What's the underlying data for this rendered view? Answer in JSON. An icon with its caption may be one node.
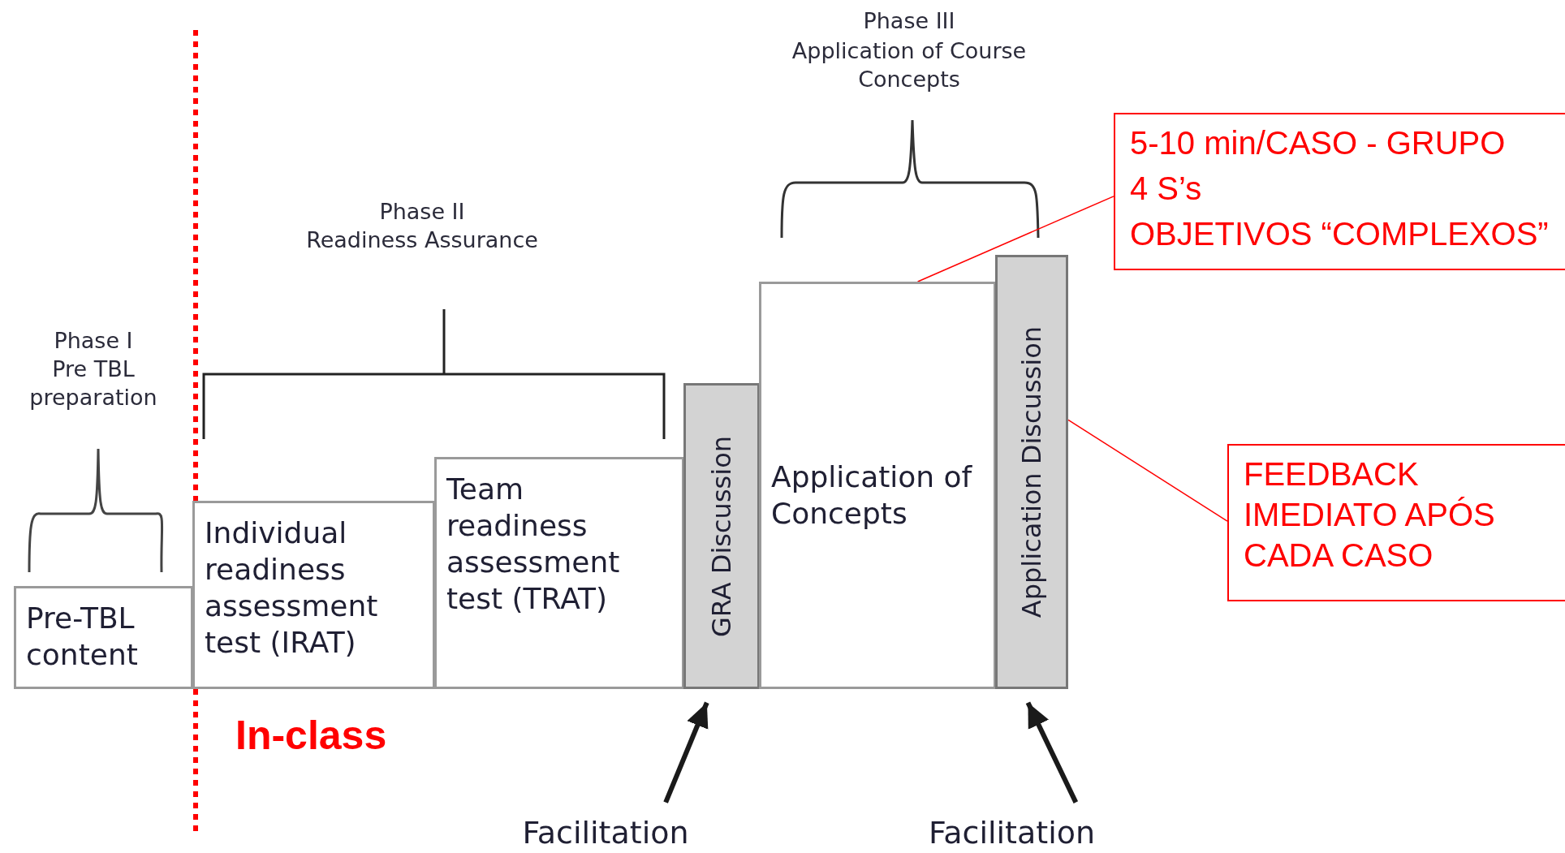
{
  "diagram": {
    "nodes": [
      {
        "text": [
          "Pre-TBL content"
        ]
      },
      {
        "text": [
          "Individual readiness assessment test (IRAT)"
        ]
      },
      {
        "text": [
          "Team readiness assessment test (TRAT)"
        ]
      },
      {
        "text": [
          "GRA Discussion"
        ]
      },
      {
        "text": [
          "Application of Concepts"
        ]
      },
      {
        "text": [
          "Application Discussion"
        ]
      },
      {
        "text": [
          "5-10 min/CASO - GRUPO",
          "4 S’s",
          "OBJETIVOS “COMPLEXOS”"
        ]
      },
      {
        "text": [
          "FEEDBACK IMEDIATO APÓS CADA CASO"
        ]
      },
      {
        "text": [
          "Facilitation"
        ]
      },
      {
        "text": [
          "Facilitation"
        ]
      }
    ],
    "edges": [
      {
        "from": 6,
        "to": 4,
        "arrow": "none",
        "color": "#ff0000"
      },
      {
        "from": 7,
        "to": 5,
        "arrow": "none",
        "color": "#ff0000"
      },
      {
        "from": 8,
        "to": 3,
        "arrow": "to",
        "style": "thick",
        "color": "#1a1a1a"
      },
      {
        "from": 9,
        "to": 5,
        "arrow": "to",
        "style": "thick",
        "color": "#1a1a1a"
      }
    ],
    "labels": [
      "Phase I",
      "Pre TBL preparation",
      "Phase II",
      "Readiness Assurance",
      "Phase III",
      "Application of Course Concepts",
      "In-class"
    ]
  }
}
